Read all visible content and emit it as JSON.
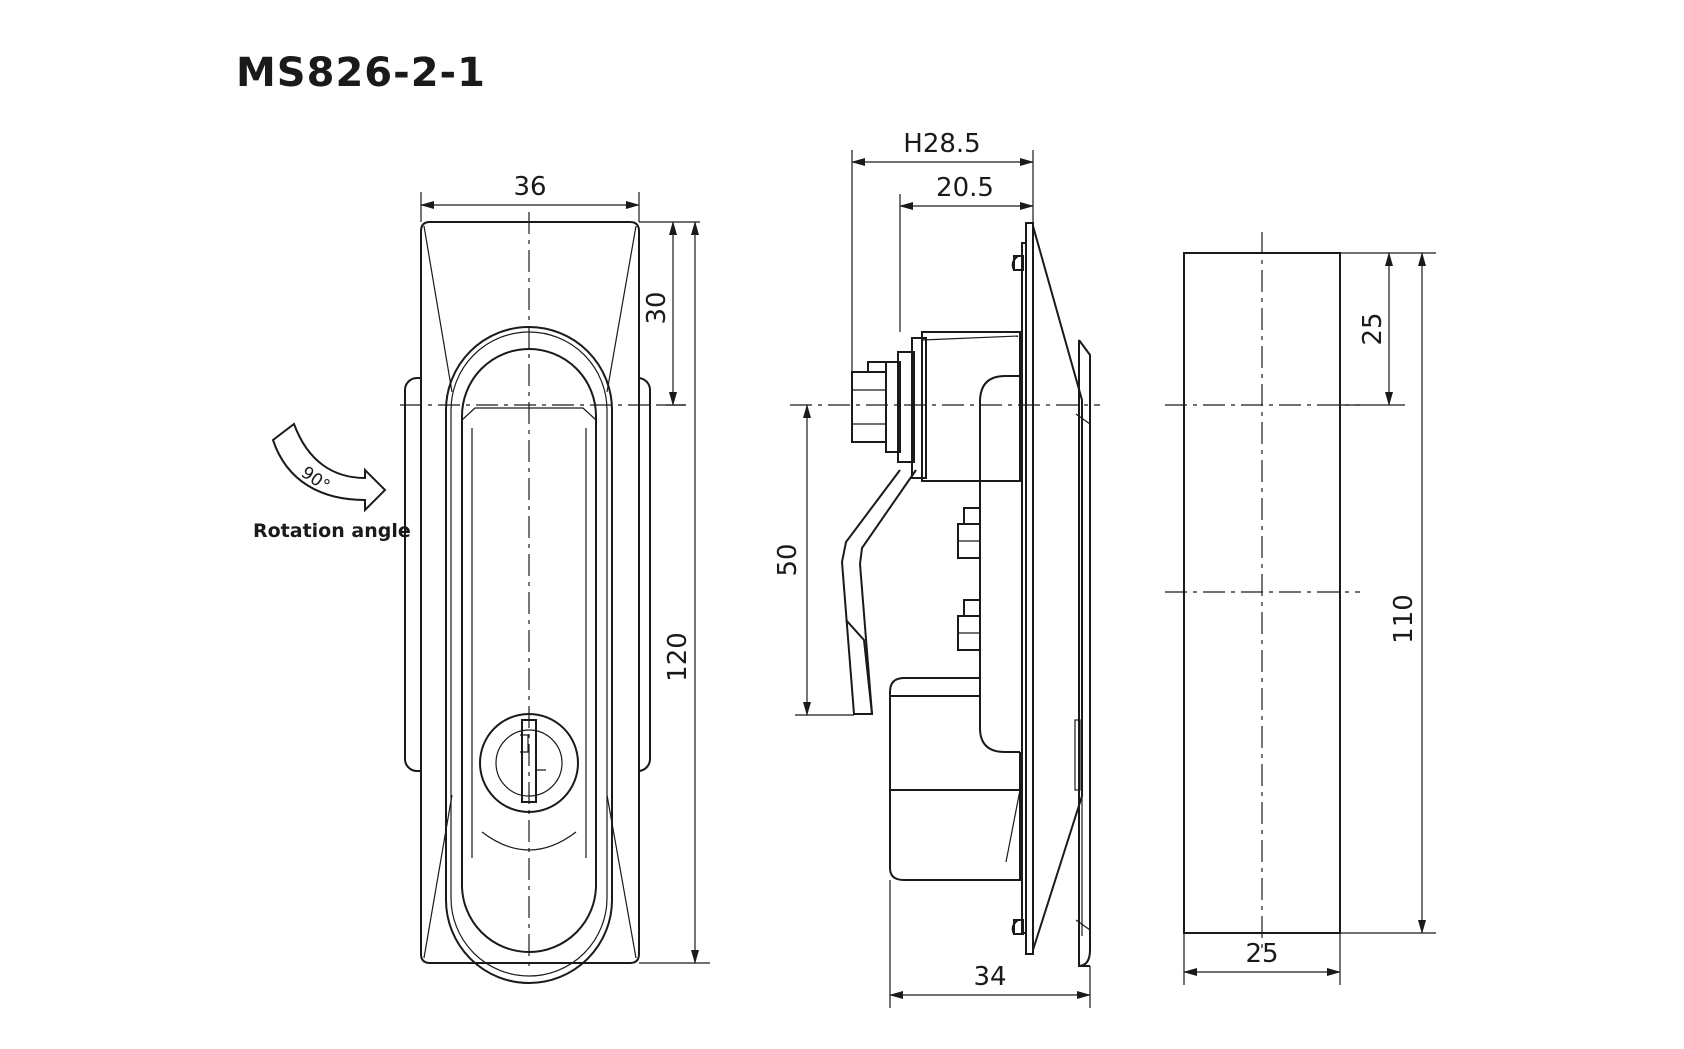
{
  "title": "MS826-2-1",
  "rotation": {
    "label": "Rotation angle",
    "angle": "90°"
  },
  "front_view": {
    "width": "36",
    "top_offset": "30",
    "height": "120"
  },
  "side_view": {
    "height_total": "H28.5",
    "height_partial": "20.5",
    "cam_drop": "50",
    "depth": "34"
  },
  "cutout_view": {
    "top_offset": "25",
    "height": "110",
    "width": "25"
  },
  "icons": {
    "rotation_arrow": "curved-arrow-icon"
  }
}
